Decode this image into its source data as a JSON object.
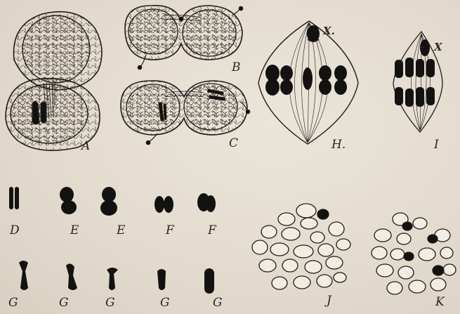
{
  "figure_labels": {
    "A": "A",
    "B": "B",
    "C": "C",
    "D": "D",
    "E1": "E",
    "E2": "E",
    "F1": "F",
    "F2": "F",
    "G1": "G",
    "G2": "G",
    "G3": "G",
    "G4": "G",
    "G5": "G",
    "H": "H.",
    "I": "I",
    "J": "J",
    "K": "K",
    "X_H": "X.",
    "X_I": "X"
  },
  "colors": {
    "paper": "#e4ddd0",
    "ink": "#1f1b18",
    "chromosome": "#141210"
  }
}
